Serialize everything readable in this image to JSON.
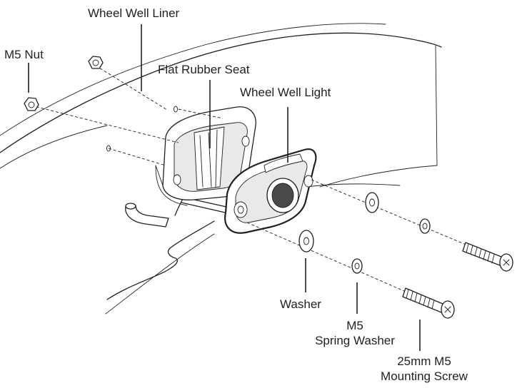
{
  "labels": {
    "wheel_well_liner": "Wheel Well Liner",
    "m5_nut": "M5 Nut",
    "flat_rubber_seat": "Flat Rubber Seat",
    "wheel_well_light": "Wheel Well Light",
    "washer": "Washer",
    "spring_washer_line1": "M5",
    "spring_washer_line2": "Spring Washer",
    "screw_line1": "25mm M5",
    "screw_line2": "Mounting Screw"
  },
  "colors": {
    "ink": "#231f20",
    "background": "#ffffff"
  }
}
